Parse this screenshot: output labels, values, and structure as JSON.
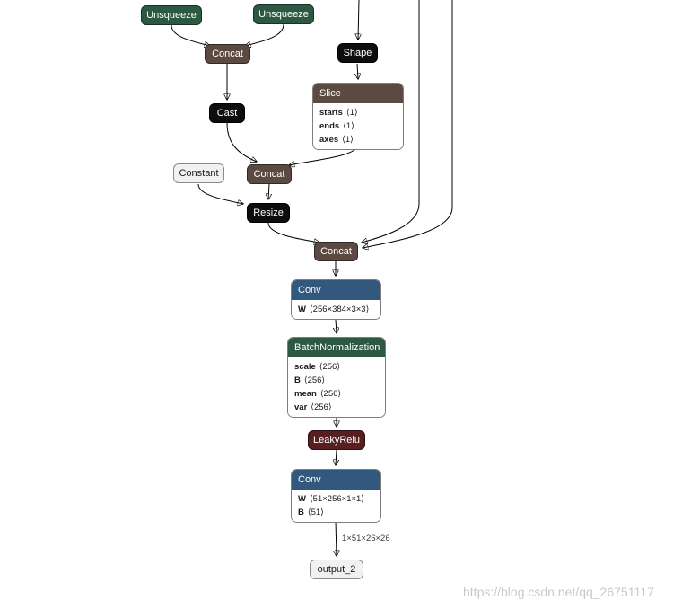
{
  "graph": {
    "edge_label_output": "1×51×26×26",
    "nodes": {
      "unsqueeze_1": {
        "label": "Unsqueeze"
      },
      "unsqueeze_2": {
        "label": "Unsqueeze"
      },
      "concat_1": {
        "label": "Concat"
      },
      "shape": {
        "label": "Shape"
      },
      "slice": {
        "label": "Slice",
        "attrs": [
          {
            "name": "starts",
            "value": "⟨1⟩"
          },
          {
            "name": "ends",
            "value": "⟨1⟩"
          },
          {
            "name": "axes",
            "value": "⟨1⟩"
          }
        ]
      },
      "cast": {
        "label": "Cast"
      },
      "constant": {
        "label": "Constant"
      },
      "concat_2": {
        "label": "Concat"
      },
      "resize": {
        "label": "Resize"
      },
      "concat_3": {
        "label": "Concat"
      },
      "conv_1": {
        "label": "Conv",
        "attrs": [
          {
            "name": "W",
            "value": "⟨256×384×3×3⟩"
          }
        ]
      },
      "batchnorm": {
        "label": "BatchNormalization",
        "attrs": [
          {
            "name": "scale",
            "value": "⟨256⟩"
          },
          {
            "name": "B",
            "value": "⟨256⟩"
          },
          {
            "name": "mean",
            "value": "⟨256⟩"
          },
          {
            "name": "var",
            "value": "⟨256⟩"
          }
        ]
      },
      "leakyrelu": {
        "label": "LeakyRelu"
      },
      "conv_2": {
        "label": "Conv",
        "attrs": [
          {
            "name": "W",
            "value": "⟨51×256×1×1⟩"
          },
          {
            "name": "B",
            "value": "⟨51⟩"
          }
        ]
      },
      "output": {
        "label": "output_2"
      }
    },
    "colors": {
      "transform_green": "#2d5943",
      "tensor_brown": "#5b4a42",
      "shape_black": "#0d0d0d",
      "layer_blue": "#32597d",
      "activation_maroon": "#571f1f",
      "io_gray": "#f1f1f1",
      "edge_black": "#000000"
    }
  },
  "watermark": {
    "text": "https://blog.csdn.net/qq_26751117"
  }
}
